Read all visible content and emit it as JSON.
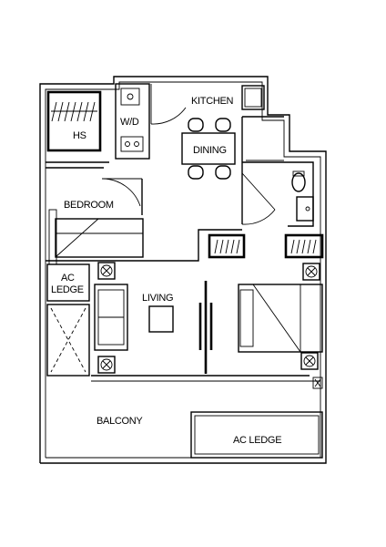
{
  "rooms": {
    "kitchen": "KITCHEN",
    "hs": "HS",
    "wd": "W/D",
    "dining": "DINING",
    "bedroom": "BEDROOM",
    "ac_ledge_left_line1": "AC",
    "ac_ledge_left_line2": "LEDGE",
    "living": "LIVING",
    "balcony": "BALCONY",
    "ac_ledge_bottom": "AC LEDGE"
  }
}
